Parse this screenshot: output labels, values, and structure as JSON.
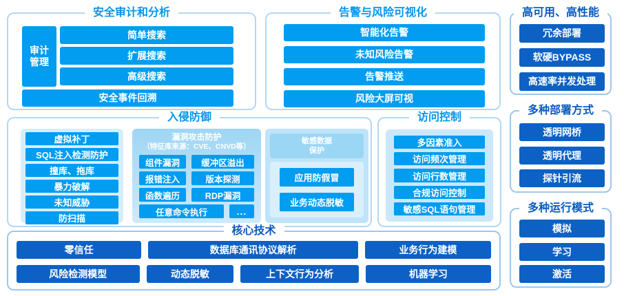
{
  "colors": {
    "azure_box": "#029cf1",
    "dark_box": "#0d61c4",
    "title_azure": "#0795ec",
    "title_dark": "#0b5ac0",
    "panel_border_light": "#b5d7f1",
    "panel_border_dark": "#9dc7ea",
    "subpanel_bg": "#bfe3f8"
  },
  "audit": {
    "title": "安全审计和分析",
    "side_label": "审计管理",
    "search_items": [
      "简单搜索",
      "扩展搜索",
      "高级搜索"
    ],
    "bottom_item": "安全事件回溯"
  },
  "alerts": {
    "title": "告警与风险可视化",
    "items": [
      "智能化告警",
      "未知风险告警",
      "告警推送",
      "风险大屏可视"
    ]
  },
  "ha": {
    "title": "高可用、高性能",
    "items": [
      "冗余部署",
      "软硬BYPASS",
      "高速率并发处理"
    ]
  },
  "intrusion": {
    "title": "入侵防御",
    "left_items": [
      "虚拟补丁",
      "SQL注入检测防护",
      "撞库、拖库",
      "暴力破解",
      "未知威胁",
      "防扫描"
    ],
    "vuln": {
      "title": "漏洞攻击防护",
      "subtitle": "（特征库来源：CVE、CNVD等）",
      "rows": [
        [
          "组件漏洞",
          "缓冲区溢出"
        ],
        [
          "报错注入",
          "版本探测"
        ],
        [
          "函数遍历",
          "RDP漏洞"
        ],
        [
          "任意命令执行",
          "..."
        ]
      ]
    },
    "sensitive": {
      "title_line1": "敏感数据",
      "title_line2": "保护",
      "items": [
        "应用防假冒",
        "业务动态脱敏"
      ]
    }
  },
  "access": {
    "title": "访问控制",
    "items": [
      "多因素准入",
      "访问频次管理",
      "访问行数管理",
      "合规访问控制",
      "敏感SQL语句管理"
    ]
  },
  "deploy": {
    "title": "多种部署方式",
    "items": [
      "透明网桥",
      "透明代理",
      "探针引流"
    ]
  },
  "modes": {
    "title": "多种运行模式",
    "items": [
      "模拟",
      "学习",
      "激活"
    ]
  },
  "core": {
    "title": "核心技术",
    "row1": [
      "零信任",
      "数据库通讯协议解析",
      "业务行为建模"
    ],
    "row2": [
      "风险检测模型",
      "动态脱敏",
      "上下文行为分析",
      "机器学习"
    ]
  }
}
